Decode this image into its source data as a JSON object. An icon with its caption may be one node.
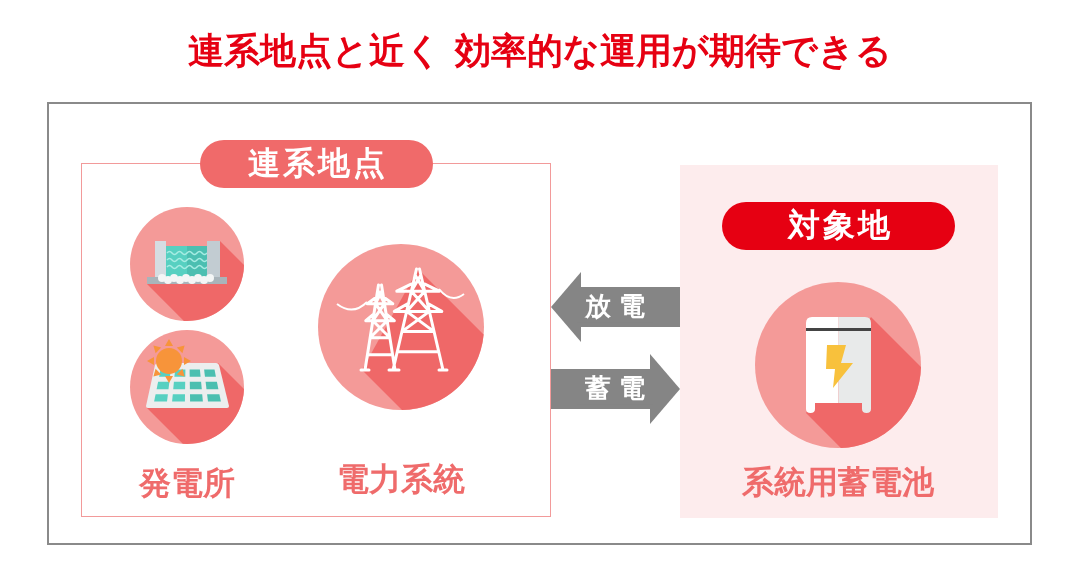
{
  "diagram": {
    "title": "連系地点と近く 効率的な運用が期待できる",
    "nodes": [
      {
        "text": [],
        "shape": "box"
      },
      {
        "text": [
          "連系地点"
        ],
        "in": 0
      },
      {
        "text": [
          "発電所"
        ],
        "in": 1
      },
      {
        "text": [
          "電力系統"
        ],
        "in": 1
      },
      {
        "text": [
          "対象地"
        ],
        "in": 0
      },
      {
        "text": [
          "系統用蓄電池"
        ],
        "in": 4
      }
    ],
    "edges": [
      {
        "from": 4,
        "to": 1,
        "arrow": "to",
        "label": "放電"
      },
      {
        "from": 1,
        "to": 4,
        "arrow": "to",
        "label": "蓄電"
      }
    ]
  }
}
